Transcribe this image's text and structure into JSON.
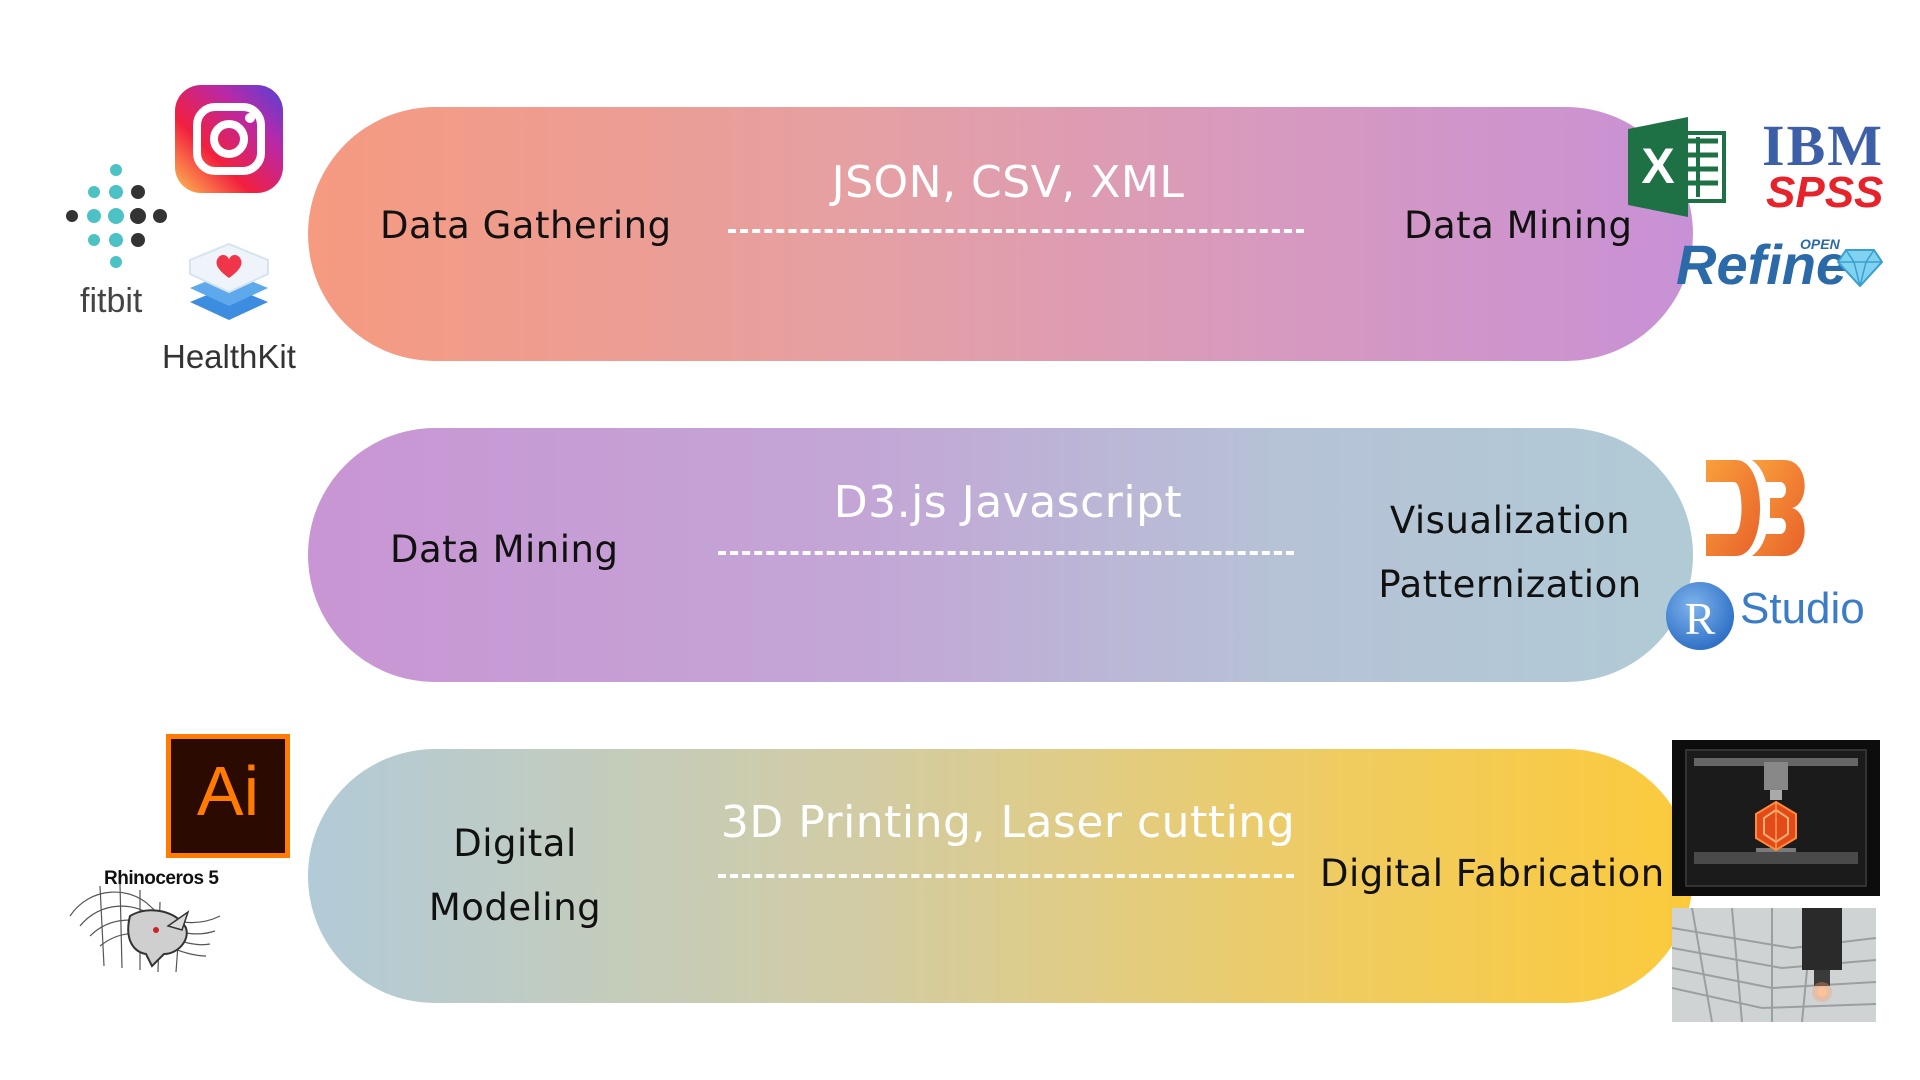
{
  "rows": [
    {
      "left": "Data Gathering",
      "middle": "JSON, CSV, XML",
      "right": "Data Mining"
    },
    {
      "left": "Data Mining",
      "middle": "D3.js Javascript",
      "right_line1": "Visualization",
      "right_line2": "Patternization"
    },
    {
      "left_line1": "Digital",
      "left_line2": "Modeling",
      "middle": "3D Printing, Laser cutting",
      "right": "Digital Fabrication"
    }
  ],
  "logos": {
    "fitbit": "fitbit",
    "healthkit": "HealthKit",
    "excel_letter": "X",
    "ibm": "IBM",
    "spss": "SPSS",
    "refine": "Refine",
    "refine_open": "OPEN",
    "rstudio_r": "R",
    "rstudio": "Studio",
    "ai": "Ai",
    "rhino": "Rhinoceros",
    "rhino_version": "5"
  },
  "colors": {
    "row1_start": "#f69a80",
    "row1_end": "#c891d6",
    "row2_start": "#c995d4",
    "row2_end": "#b0cbd6",
    "row3_start": "#b2cbd8",
    "row3_end": "#fbca3c"
  }
}
